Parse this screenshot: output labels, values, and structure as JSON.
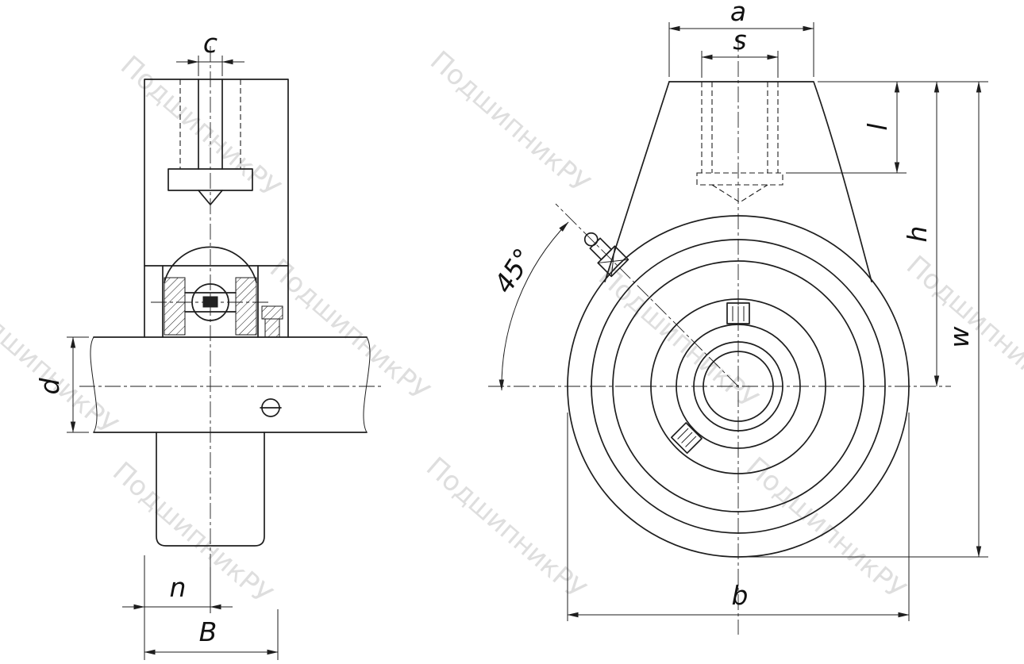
{
  "watermark": {
    "text": "ПодшипникРУ"
  },
  "labels": {
    "c": "c",
    "d": "d",
    "n": "n",
    "B": "B",
    "a": "a",
    "s": "s",
    "l": "l",
    "h": "h",
    "w": "w",
    "b": "b",
    "angle45": "45°"
  },
  "colors": {
    "line": "#1e1e1e",
    "watermark": "#c4c4c4",
    "background": "#ffffff"
  }
}
